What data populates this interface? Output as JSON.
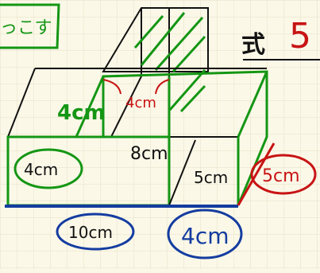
{
  "header": {
    "tag_text": "っこす",
    "formula_label": "式",
    "formula_value": "5"
  },
  "labels": {
    "green_height": "4cm",
    "red_inner": "4cm",
    "left_circle": "4cm",
    "middle_height": "8cm",
    "right_depth": "5cm",
    "red_circle": "5cm",
    "bottom_blue": "10cm",
    "bottom_right_blue": "4cm"
  },
  "colors": {
    "paper": "#fbf8e8",
    "grid": "#e7e0c6",
    "ink": "#111111",
    "green": "#149614",
    "red": "#c81414",
    "blue": "#143ca0"
  }
}
